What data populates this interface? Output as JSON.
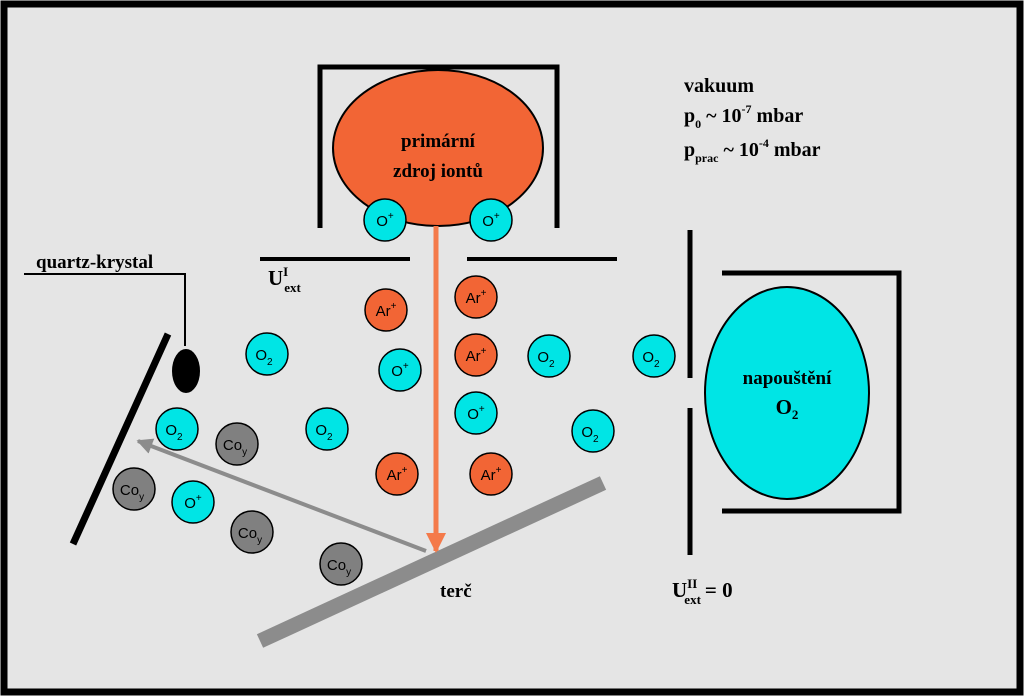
{
  "colors": {
    "background": "#e5e5e5",
    "frame": "#000000",
    "source_fill": "#f26535",
    "inlet_fill": "#00e5e5",
    "oxygen_particle": "#00e5e5",
    "argon_particle": "#f26535",
    "cobalt_particle": "#808080",
    "beam_arrow": "#f47a4a",
    "sputter_arrow": "#8c8c8c",
    "target": "#8c8c8c"
  },
  "labels": {
    "source_line1": "primární",
    "source_line2": "zdroj iontů",
    "inlet_line1": "napouštění",
    "inlet_o": "O",
    "inlet_sub": "2",
    "quartz": "quartz-krystal",
    "target": "terč",
    "u1_main": "U",
    "u1_sup": "I",
    "u1_sub": "ext",
    "u2_main": "U",
    "u2_sup": "II",
    "u2_sub": "ext",
    "u2_value": "= 0"
  },
  "vacuum": {
    "title": "vakuum",
    "p0_p": "p",
    "p0_sub": "0",
    "p0_mid": " ~ 10",
    "p0_exp": "-7",
    "p0_unit": "  mbar",
    "pprac_p": "p",
    "pprac_sub": "prac",
    "pprac_mid": " ~ 10",
    "pprac_exp": "-4",
    "pprac_unit": " mbar"
  },
  "particle_text": {
    "o_plus_main": "O",
    "o_plus_sup": "+",
    "ar_plus_main": "Ar",
    "ar_plus_sup": "+",
    "o2_main": "O",
    "o2_sub": "2",
    "coy_main": "Co",
    "coy_sub": "y"
  }
}
